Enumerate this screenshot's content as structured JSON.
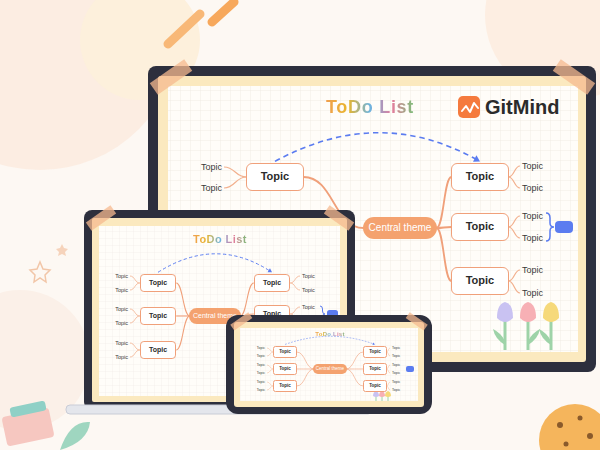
{
  "diagram": {
    "nodes": [
      {
        "text": [
          "Central theme"
        ]
      },
      {
        "text": [
          "Topic"
        ]
      },
      {
        "text": [
          "Topic"
        ]
      },
      {
        "text": [
          "Topic"
        ]
      },
      {
        "text": [
          "Topic"
        ]
      },
      {
        "text": [
          "Central theme"
        ]
      },
      {
        "text": [
          "Topic"
        ]
      },
      {
        "text": [
          "Topic"
        ]
      },
      {
        "text": [
          "Topic"
        ]
      },
      {
        "text": [
          "Topic"
        ]
      },
      {
        "text": [
          "Topic"
        ]
      },
      {
        "text": [
          "Topic"
        ]
      },
      {
        "text": [
          "Central theme"
        ]
      },
      {
        "text": [
          "Topic"
        ]
      },
      {
        "text": [
          "Topic"
        ]
      },
      {
        "text": [
          "Topic"
        ]
      },
      {
        "text": [
          "Topic"
        ]
      },
      {
        "text": [
          "Topic"
        ]
      },
      {
        "text": [
          "Topic"
        ]
      }
    ],
    "edges": [
      {
        "from": 0,
        "to": 1,
        "arrow": "none"
      },
      {
        "from": 0,
        "to": 2,
        "arrow": "none"
      },
      {
        "from": 0,
        "to": 3,
        "arrow": "none"
      },
      {
        "from": 0,
        "to": 4,
        "arrow": "none"
      },
      {
        "from": 1,
        "to": 2,
        "arrow": "to"
      },
      {
        "from": 5,
        "to": 6,
        "arrow": "none"
      },
      {
        "from": 5,
        "to": 7,
        "arrow": "none"
      },
      {
        "from": 5,
        "to": 8,
        "arrow": "none"
      },
      {
        "from": 5,
        "to": 9,
        "arrow": "none"
      },
      {
        "from": 5,
        "to": 10,
        "arrow": "none"
      },
      {
        "from": 5,
        "to": 11,
        "arrow": "none"
      },
      {
        "from": 6,
        "to": 9,
        "arrow": "to"
      },
      {
        "from": 12,
        "to": 13,
        "arrow": "none"
      },
      {
        "from": 12,
        "to": 14,
        "arrow": "none"
      },
      {
        "from": 12,
        "to": 15,
        "arrow": "none"
      },
      {
        "from": 12,
        "to": 16,
        "arrow": "none"
      },
      {
        "from": 12,
        "to": 17,
        "arrow": "none"
      },
      {
        "from": 12,
        "to": 18,
        "arrow": "none"
      },
      {
        "from": 13,
        "to": 16,
        "arrow": "to"
      }
    ],
    "labels": [
      "GitMind",
      "ToDo List",
      "Topic",
      "Topic",
      "Topic",
      "Topic",
      "Topic",
      "Topic",
      "Topic",
      "Topic",
      "ToDo List",
      "Topic",
      "Topic",
      "Topic",
      "Topic",
      "Topic",
      "Topic",
      "Topic",
      "Topic",
      "Topic",
      "Topic",
      "Topic",
      "Topic",
      "ToDo List",
      "Topic",
      "Topic",
      "Topic",
      "Topic",
      "Topic",
      "Topic",
      "Topic",
      "Topic",
      "Topic",
      "Topic",
      "Topic",
      "Topic"
    ]
  }
}
